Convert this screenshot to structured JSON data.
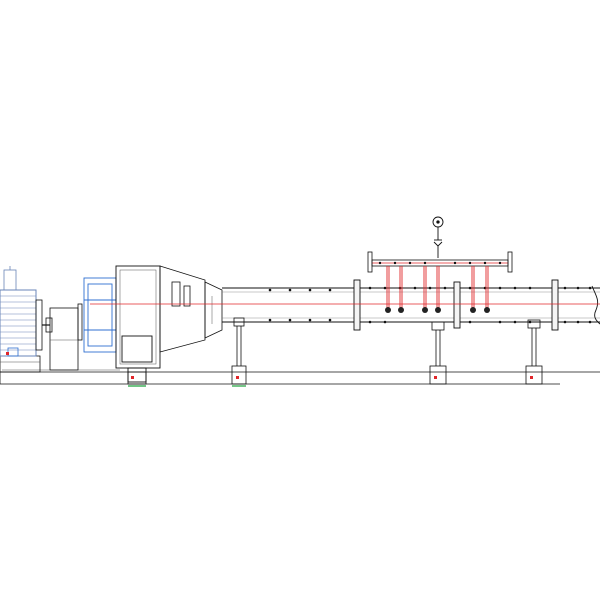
{
  "drawing": {
    "type": "cad-elevation",
    "description_visible_text": "",
    "colors": {
      "background": "#ffffff",
      "line": "#111111",
      "thin": "#555555",
      "motor_detail": "#6a86b8",
      "blower_blue": "#2f6fd0",
      "centerline": "#e0262a",
      "ground_mark": "#1aa03a"
    },
    "components": [
      {
        "id": "electric-motor",
        "label": ""
      },
      {
        "id": "coupling-bearing",
        "label": ""
      },
      {
        "id": "blower-housing",
        "label": ""
      },
      {
        "id": "fan-inlet-cone",
        "label": ""
      },
      {
        "id": "main-duct",
        "label": ""
      },
      {
        "id": "pressure-manifold",
        "label": ""
      },
      {
        "id": "pressure-gauge",
        "label": ""
      },
      {
        "id": "support-stands",
        "label": ""
      }
    ]
  }
}
